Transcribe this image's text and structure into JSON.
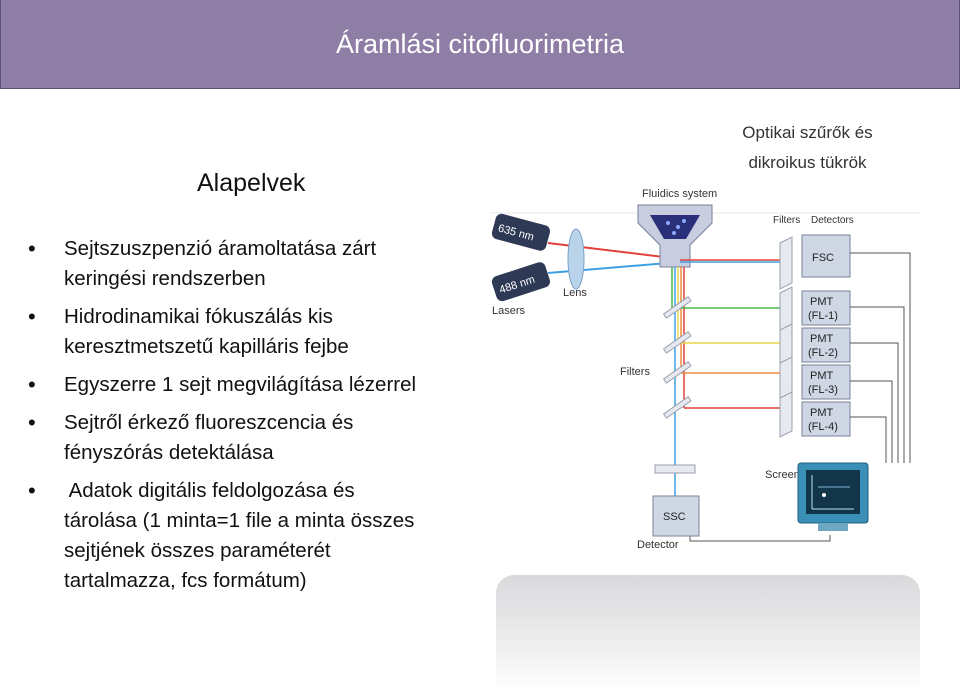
{
  "title": "Áramlási citofluorimetria",
  "heading": "Alapelvek",
  "top_label_line1": "Optikai szűrők és",
  "top_label_line2": "dikroikus tükrök",
  "bullets": [
    {
      "line1": "Sejtszuszpenzió áramoltatása zárt",
      "line2": "keringési rendszerben"
    },
    {
      "line1": "Hidrodinamikai fókuszálás kis",
      "line2": "keresztmetszetű kapilláris fejbe"
    },
    {
      "line1": "Egyszerre 1 sejt megvilágítása lézerrel",
      "line2": ""
    },
    {
      "line1": "Sejtről érkező fluoreszcencia és",
      "line2": "fényszórás detektálása"
    },
    {
      "line1": " Adatok digitális feldolgozása és",
      "line2": "tárolása (1 minta=1 file a minta összes",
      "line3": "sejtjének összes paraméterét",
      "line4": "tartalmazza, fcs formátum)"
    }
  ],
  "diagram": {
    "fluidics": "Fluidics system",
    "filters_top": "Filters",
    "detectors": "Detectors",
    "laser1": "635 nm",
    "laser2": "488 nm",
    "lasers": "Lasers",
    "lens": "Lens",
    "filters_mid": "Filters",
    "fsc": "FSC",
    "pmt1a": "PMT",
    "pmt1b": "(FL-1)",
    "pmt2a": "PMT",
    "pmt2b": "(FL-2)",
    "pmt3a": "PMT",
    "pmt3b": "(FL-3)",
    "pmt4a": "PMT",
    "pmt4b": "(FL-4)",
    "screen": "Screen",
    "ssc": "SSC",
    "detector": "Detector"
  },
  "colors": {
    "title_bg": "#8e7ea6",
    "beam_red": "#e0413c",
    "beam_blue": "#3fa0e6",
    "beam_green": "#4cb848",
    "beam_yellow": "#e8d64a",
    "beam_orange": "#f08b3a",
    "box_fill": "#cfd6e4",
    "monitor": "#3a8fb7"
  }
}
